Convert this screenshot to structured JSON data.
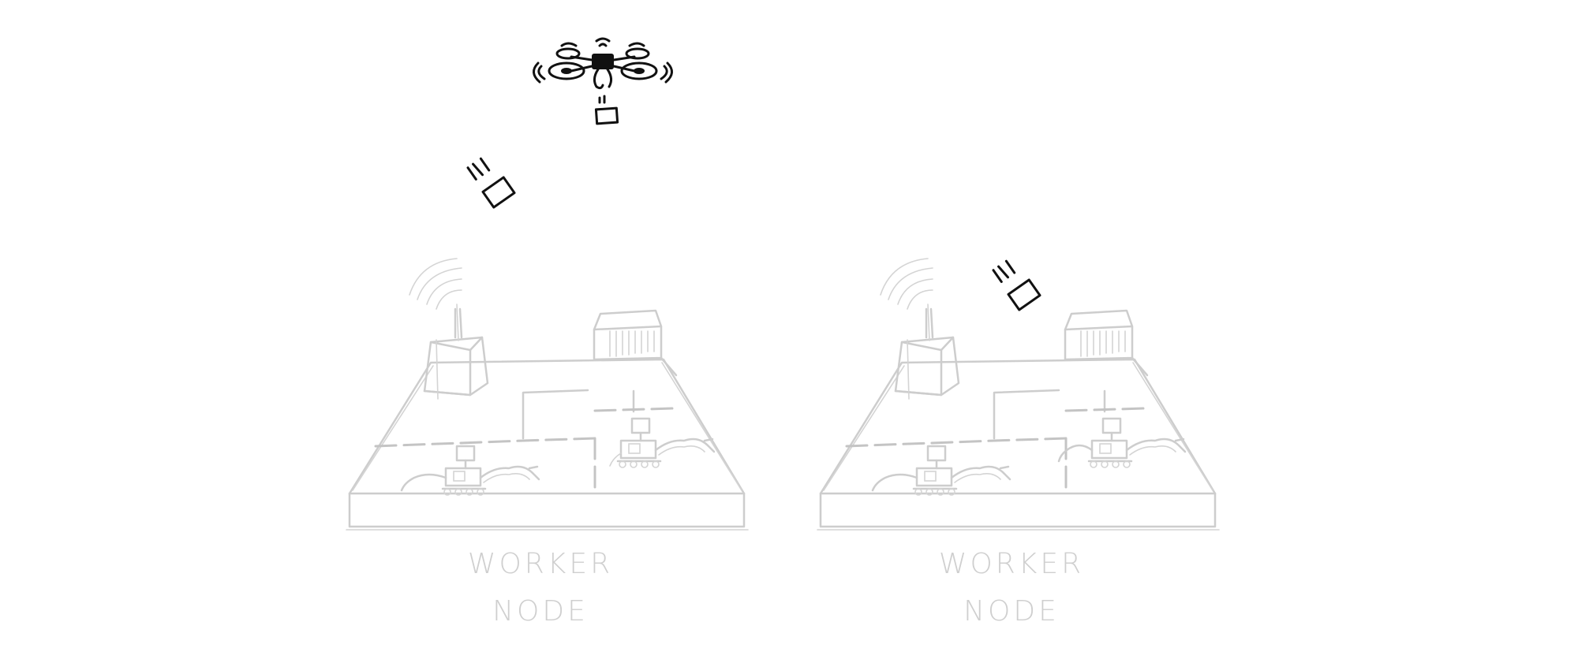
{
  "nodes": [
    {
      "label_line1": "WORKER",
      "label_line2": "NODE"
    },
    {
      "label_line1": "WORKER",
      "label_line2": "NODE"
    }
  ],
  "icons": [
    "drone-icon",
    "package-icon",
    "antenna-icon",
    "robot-icon",
    "loading-dock-icon"
  ],
  "colors": {
    "sketch": "#cdcdcd",
    "ink": "#111111",
    "background": "#ffffff"
  }
}
